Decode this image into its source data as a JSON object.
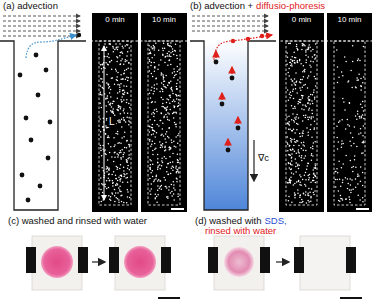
{
  "diagram": {
    "labels": [
      "(a) advection",
      "0 min",
      "10 min",
      "L",
      "(b) advection +",
      "diffusio-phoresis",
      "0 min",
      "10 min",
      "∇c",
      "(c) washed and rinsed with water",
      "(d) washed with",
      "SDS,",
      "rinsed with water"
    ]
  }
}
